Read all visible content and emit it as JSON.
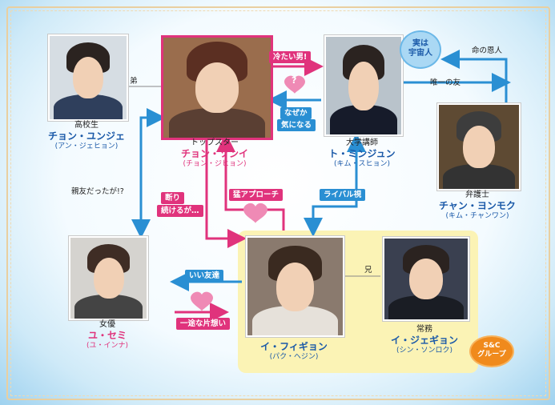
{
  "people": {
    "jung_eun_jae": {
      "role": "高校生",
      "name": "チョン・ユンジェ",
      "actor": "(アン・ジェヒョン)"
    },
    "cheon_song_yi": {
      "role": "トップスター",
      "name": "チョン・ソンイ",
      "actor": "(チョン・ジヒョン)"
    },
    "do_min_joon": {
      "role": "大学講師",
      "name": "ト・ミンジュン",
      "actor": "(キム・スヒョン)"
    },
    "jang_young_mok": {
      "role": "弁護士",
      "name": "チャン・ヨンモク",
      "actor": "(キム・チャンワン)"
    },
    "yoo_se_mi": {
      "role": "女優",
      "name": "ユ・セミ",
      "actor": "(ユ・インナ)"
    },
    "lee_hwi_kyung": {
      "role": "",
      "name": "イ・フィギョン",
      "actor": "(パク・ヘジン)"
    },
    "lee_jae_kyung": {
      "role": "常務",
      "name": "イ・ジェギョン",
      "actor": "(シン・ソンロク)"
    }
  },
  "relations": {
    "brother_song_yi": "弟",
    "cold_man": "冷たい男!",
    "question": "?",
    "somehow_care_1": "なぜか",
    "somehow_care_2": "気になる",
    "alien": "実は\n宇宙人",
    "life_saver": "命の恩人",
    "only_friend": "唯一の友",
    "were_friends": "親友だったが!?",
    "keep_refusing_1": "断り",
    "keep_refusing_2": "続けるが…",
    "aggressive_approach": "猛アプローチ",
    "rival": "ライバル視",
    "good_friend": "いい友達",
    "one_sided_love": "一途な片想い",
    "brother": "兄",
    "group_logo": "S&C\nグループ"
  },
  "colors": {
    "pink": "#e0337c",
    "blue": "#2a8fd3",
    "navy": "#1a59a8",
    "group_bg": "#fbf3b5",
    "badge_orange": "#f08a1c"
  }
}
